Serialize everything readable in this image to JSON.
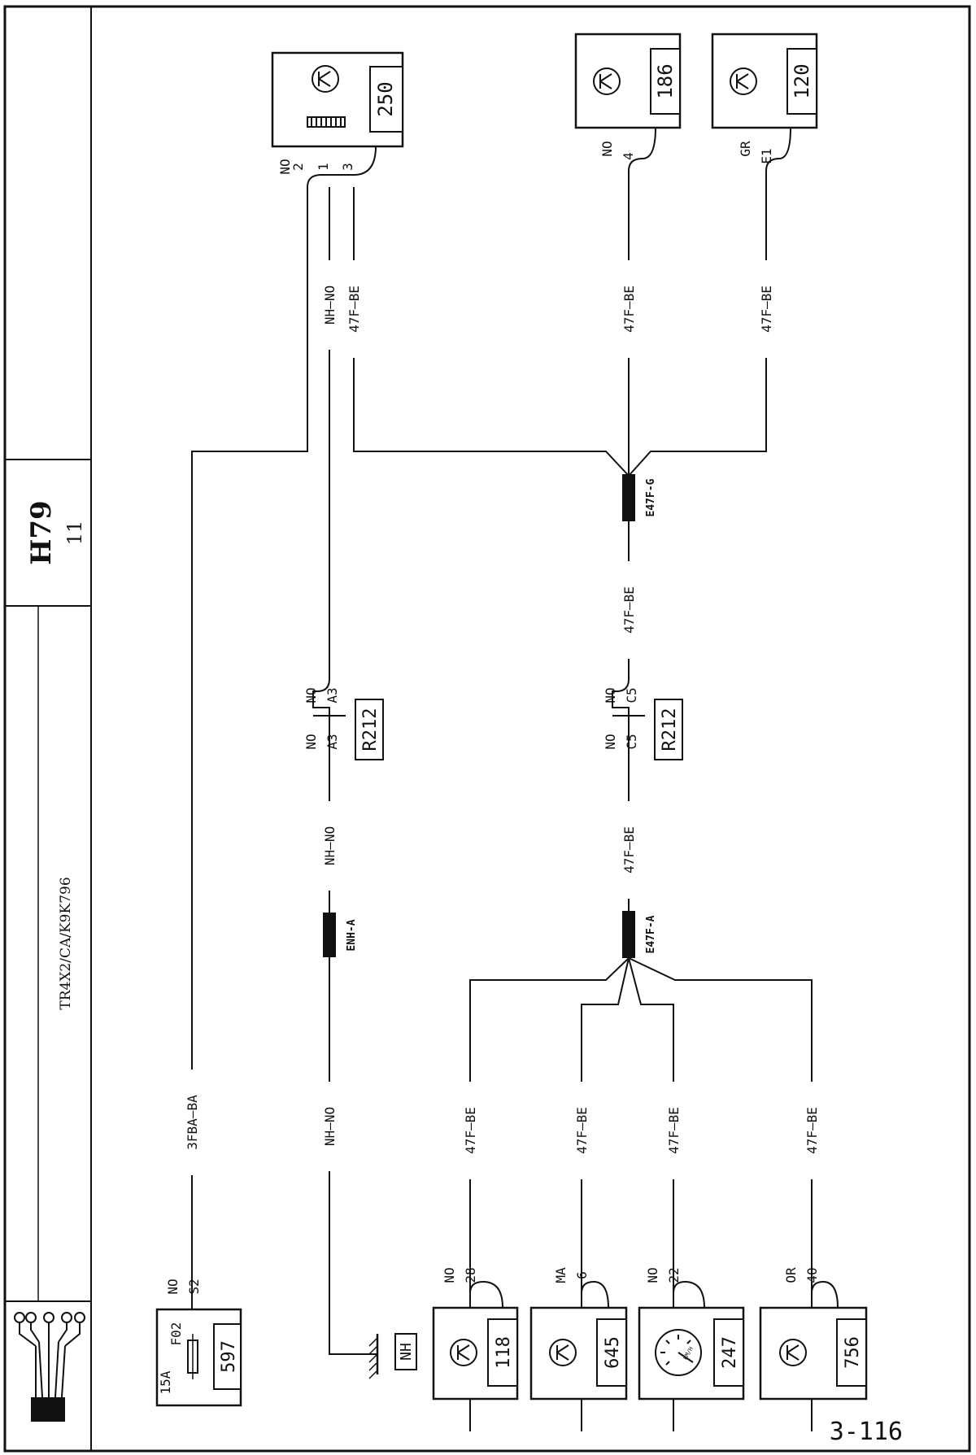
{
  "title_block": {
    "sheet_code": "H79",
    "sheet_index": "11",
    "vehicle_reference": "TR4X2/CA/K9K796"
  },
  "page_number": "3-116",
  "components": {
    "c250": {
      "id": "250",
      "pins": {
        "p2": "2",
        "p1": "1",
        "p3": "3"
      },
      "lead_colour": "NO"
    },
    "c186": {
      "id": "186",
      "pin": "4",
      "lead_colour": "NO"
    },
    "c120": {
      "id": "120",
      "pin": "E1",
      "lead_colour": "GR"
    },
    "c597": {
      "id": "597",
      "fuse": "F02",
      "rating": "15A",
      "pin": "S2",
      "lead_colour": "NO"
    },
    "c118": {
      "id": "118",
      "pin": "28",
      "lead_colour": "NO"
    },
    "c645": {
      "id": "645",
      "pin": "6",
      "lead_colour": "MA"
    },
    "c247": {
      "id": "247",
      "pin": "22",
      "lead_colour": "NO",
      "dial_unit": "KM/H"
    },
    "c756": {
      "id": "756",
      "pin": "40",
      "lead_colour": "OR"
    }
  },
  "connectors": {
    "r212_a": {
      "id": "R212",
      "pin_left": "A3",
      "pin_right": "A3",
      "colour_left": "NO",
      "colour_right": "NO"
    },
    "r212_c": {
      "id": "R212",
      "pin_left": "C5",
      "pin_right": "C5",
      "colour_left": "NO",
      "colour_right": "NO"
    }
  },
  "splices": {
    "e47f_g": "E47F-G",
    "e47f_a": "E47F-A",
    "enh_a": "ENH-A"
  },
  "ground": {
    "label": "NH"
  },
  "wires": {
    "nh_no_top": "NH—NO",
    "w47f_be_top_left": "47F—BE",
    "w47f_be_186": "47F—BE",
    "w47f_be_120": "47F—BE",
    "w47f_be_mid": "47F—BE",
    "w47f_be_lower": "47F—BE",
    "nh_no_mid": "NH—NO",
    "w3fba_ba": "3FBA—BA",
    "nh_no_bottom": "NH—NO",
    "w47f_be_118": "47F—BE",
    "w47f_be_645": "47F—BE",
    "w47f_be_247": "47F—BE",
    "w47f_be_756": "47F—BE"
  }
}
